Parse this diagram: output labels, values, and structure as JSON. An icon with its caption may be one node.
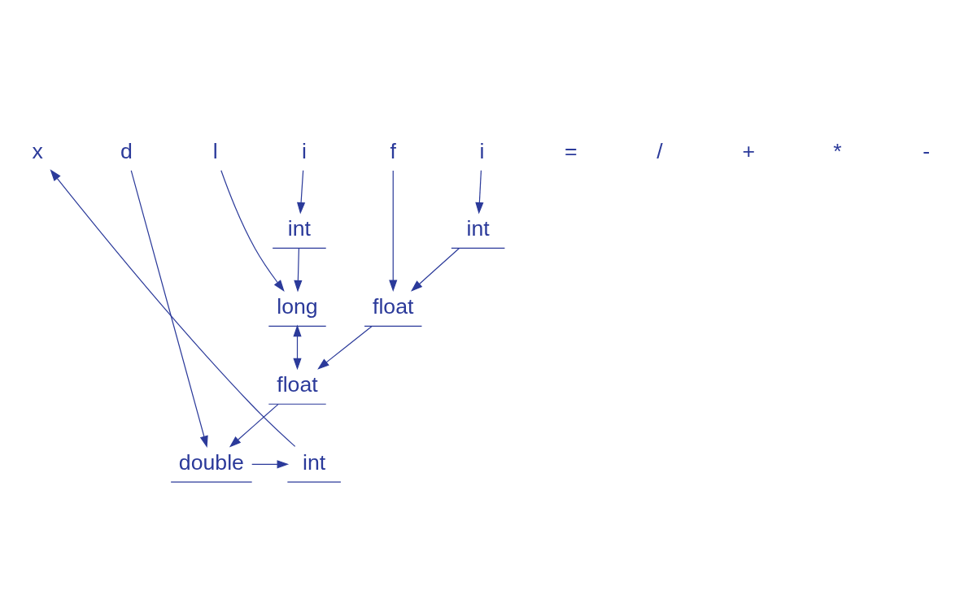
{
  "diagram": {
    "nodes": [
      {
        "text": [
          "x"
        ]
      },
      {
        "text": [
          "l"
        ]
      },
      {
        "text": [
          "i"
        ]
      },
      {
        "text": [
          "i"
        ]
      },
      {
        "text": [
          "f"
        ]
      },
      {
        "text": [
          "d"
        ]
      },
      {
        "text": [
          "int"
        ]
      },
      {
        "text": [
          "long"
        ]
      },
      {
        "text": [
          "int"
        ]
      },
      {
        "text": [
          "float"
        ]
      },
      {
        "text": [
          "float"
        ]
      },
      {
        "text": [
          "double"
        ]
      },
      {
        "text": [
          "int"
        ]
      }
    ],
    "edges": [
      {
        "from": 1,
        "to": 7,
        "arrow": "to"
      },
      {
        "from": 2,
        "to": 6,
        "arrow": "to"
      },
      {
        "from": 6,
        "to": 7,
        "arrow": "to"
      },
      {
        "from": 3,
        "to": 8,
        "arrow": "to"
      },
      {
        "from": 8,
        "to": 9,
        "arrow": "to"
      },
      {
        "from": 4,
        "to": 9,
        "arrow": "to"
      },
      {
        "from": 7,
        "to": 10,
        "arrow": "both"
      },
      {
        "from": 9,
        "to": 10,
        "arrow": "to"
      },
      {
        "from": 10,
        "to": 11,
        "arrow": "to"
      },
      {
        "from": 5,
        "to": 11,
        "arrow": "to"
      },
      {
        "from": 11,
        "to": 12,
        "arrow": "to"
      },
      {
        "from": 12,
        "to": 0,
        "arrow": "to"
      }
    ],
    "labels": [
      "=",
      "/",
      "+",
      "*",
      "-"
    ]
  }
}
